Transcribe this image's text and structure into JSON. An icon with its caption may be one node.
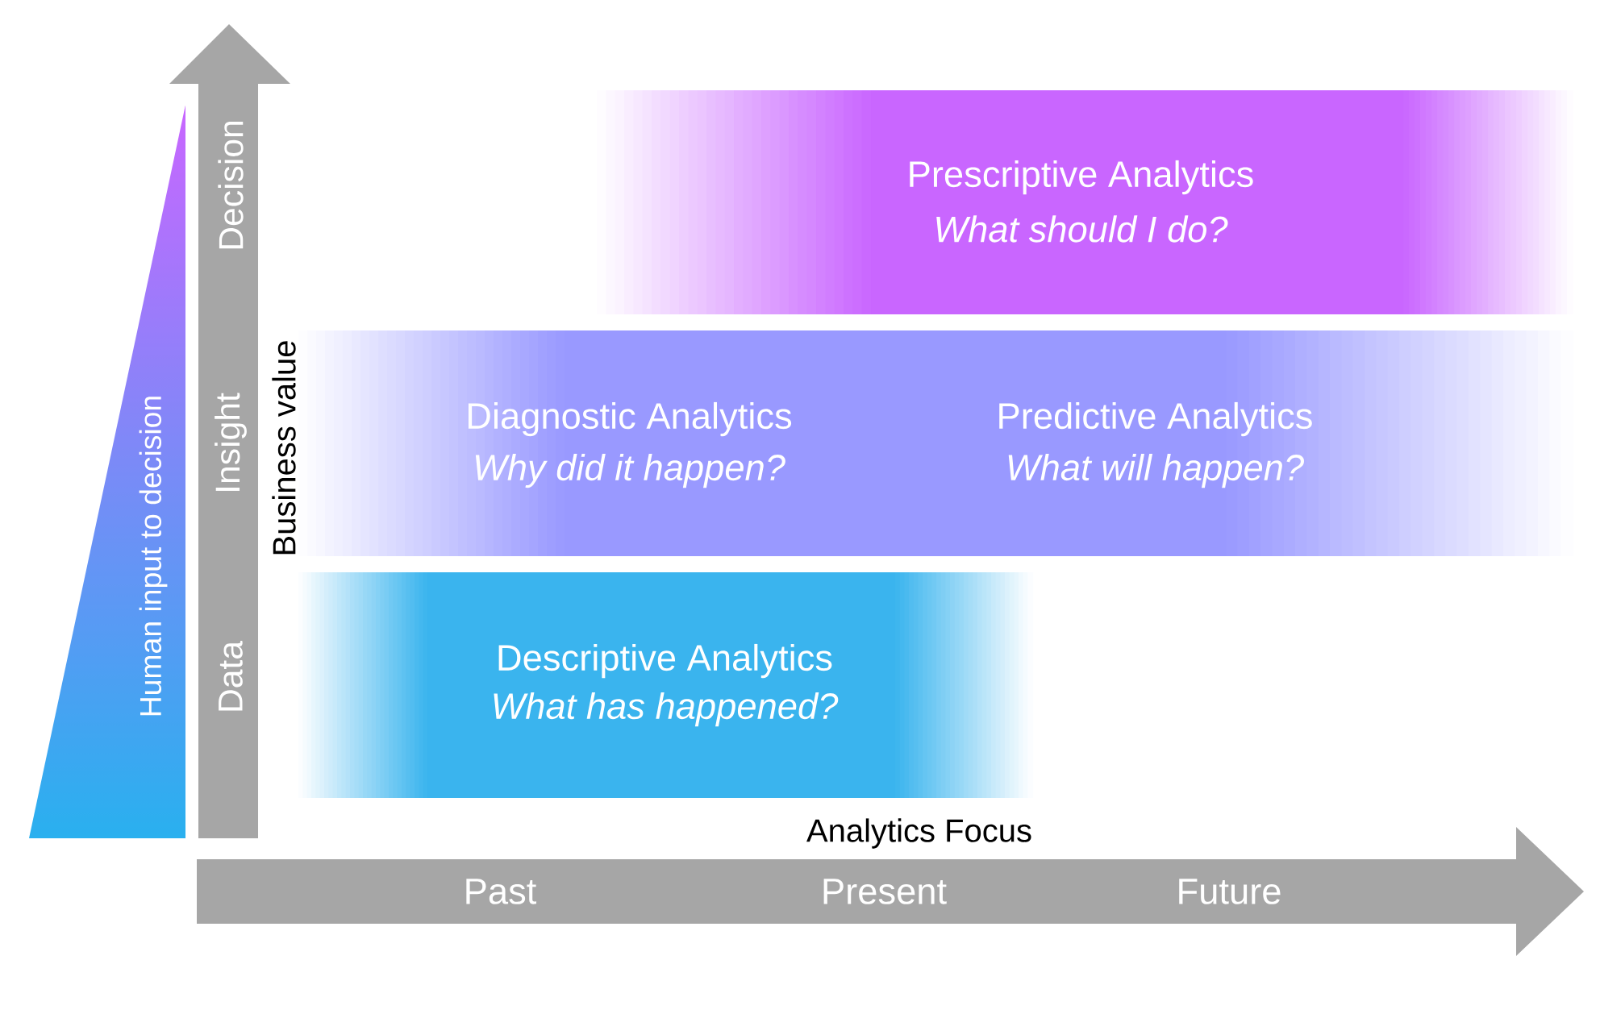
{
  "diagram": {
    "nodes": [
      {
        "text": [
          "Prescriptive Analytics",
          "What should I do?"
        ]
      },
      {
        "text": [
          "Diagnostic Analytics",
          "Why did it happen?",
          "Predictive Analytics",
          "What will happen?"
        ]
      },
      {
        "text": [
          "Descriptive Analytics",
          "What has happened?"
        ]
      },
      {
        "text": [
          "Human input to decision"
        ]
      }
    ],
    "labels": [
      "Decision",
      "Insight",
      "Data",
      "Business value",
      "Analytics Focus",
      "Past",
      "Present",
      "Future"
    ]
  }
}
